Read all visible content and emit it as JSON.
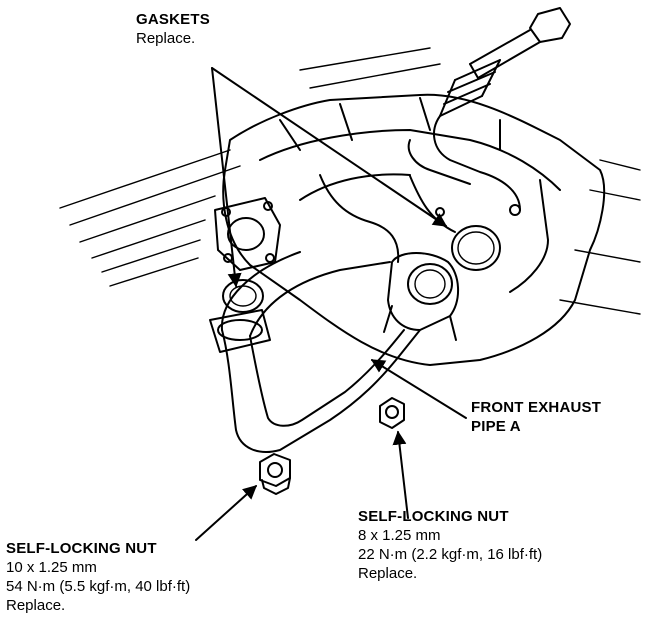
{
  "callouts": {
    "gaskets": {
      "title": "GASKETS",
      "note": "Replace."
    },
    "front_pipe": {
      "line1": "FRONT EXHAUST",
      "line2": "PIPE A"
    },
    "nut_right": {
      "title": "SELF-LOCKING NUT",
      "size": "8 x 1.25 mm",
      "torque": "22 N·m (2.2 kgf·m, 16 lbf·ft)",
      "note": "Replace."
    },
    "nut_left": {
      "title": "SELF-LOCKING NUT",
      "size": "10 x 1.25 mm",
      "torque": "54 N·m (5.5 kgf·m, 40 lbf·ft)",
      "note": "Replace."
    }
  }
}
